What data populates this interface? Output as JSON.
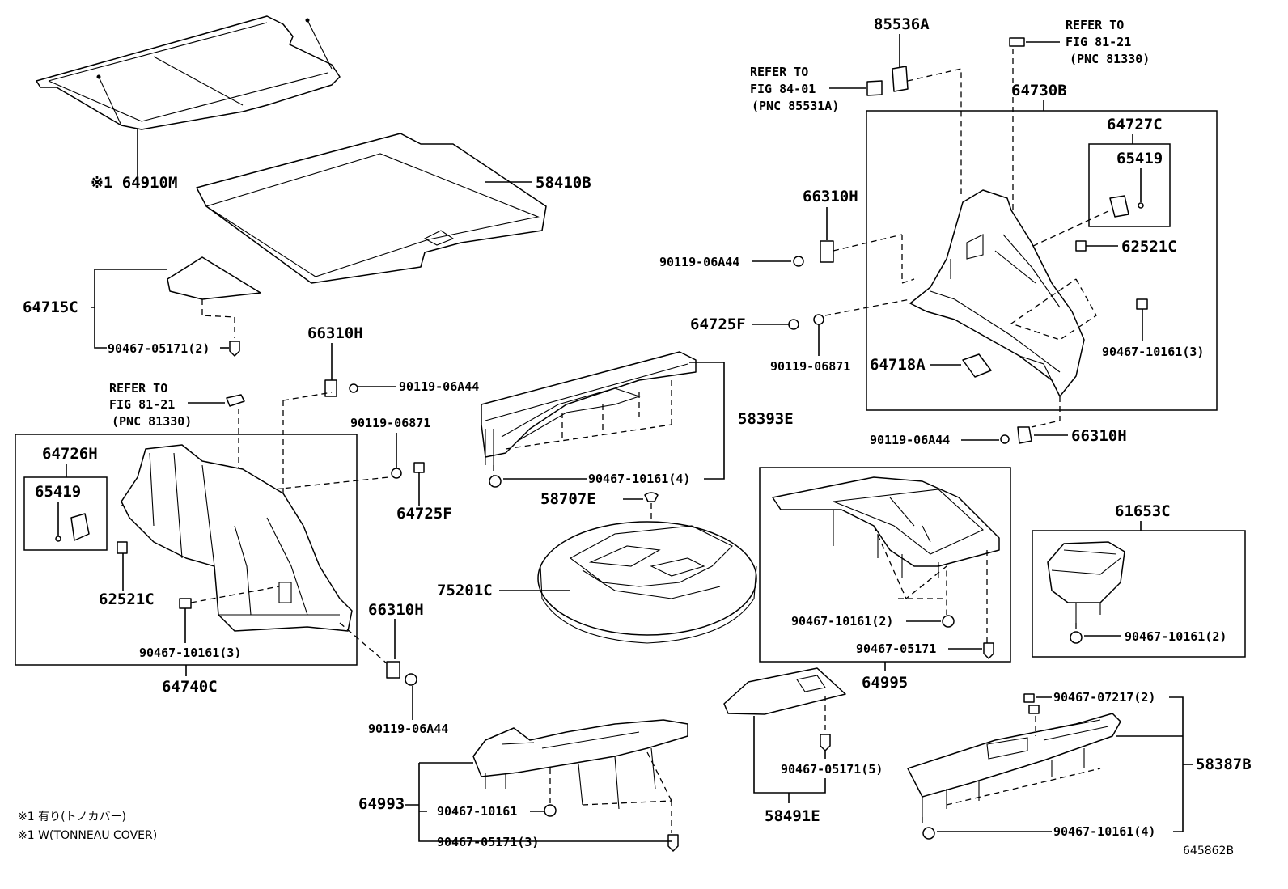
{
  "labels": {
    "p64910M": "※1 64910M",
    "p58410B": "58410B",
    "p64715C": "64715C",
    "p90467_05171_2": "90467-05171(2)",
    "p66310H_a": "66310H",
    "p90119_06A44_a": "90119-06A44",
    "refer_a_line1": "REFER TO",
    "refer_a_line2": "FIG 81-21",
    "refer_a_line3": "(PNC 81330)",
    "p90119_06871_a": "90119-06871",
    "p64726H": "64726H",
    "p65419_a": "65419",
    "p64725F_a": "64725F",
    "p62521C_a": "62521C",
    "p90467_10161_3_a": "90467-10161(3)",
    "p64740C": "64740C",
    "p66310H_b": "66310H",
    "p90119_06A44_b": "90119-06A44",
    "p58393E": "58393E",
    "p90467_10161_4_a": "90467-10161(4)",
    "p58707E": "58707E",
    "p75201C": "75201C",
    "p64993": "64993",
    "p90467_10161_b": "90467-10161",
    "p90467_05171_3": "90467-05171(3)",
    "p58491E": "58491E",
    "p90467_05171_5": "90467-05171(5)",
    "p85536A": "85536A",
    "refer_b_line1": "REFER TO",
    "refer_b_line2": "FIG 84-01",
    "refer_b_line3": "(PNC 85531A)",
    "refer_c_line1": "REFER TO",
    "refer_c_line2": "FIG 81-21",
    "refer_c_line3": "(PNC 81330)",
    "p64730B": "64730B",
    "p64727C": "64727C",
    "p65419_b": "65419",
    "p66310H_c": "66310H",
    "p90119_06A44_c": "90119-06A44",
    "p62521C_b": "62521C",
    "p64725F_b": "64725F",
    "p90119_06871_b": "90119-06871",
    "p64718A": "64718A",
    "p90467_10161_3_b": "90467-10161(3)",
    "p90119_06A44_d": "90119-06A44",
    "p66310H_d": "66310H",
    "p90467_10161_2_a": "90467-10161(2)",
    "p90467_05171": "90467-05171",
    "p64995": "64995",
    "p61653C": "61653C",
    "p90467_10161_2_b": "90467-10161(2)",
    "p90467_07217_2": "90467-07217(2)",
    "p58387B": "58387B",
    "p90467_10161_4_b": "90467-10161(4)",
    "note1": "※1 有り(トノカバー)",
    "note2": "※1 W(TONNEAU COVER)",
    "figure_id": "645862B"
  }
}
